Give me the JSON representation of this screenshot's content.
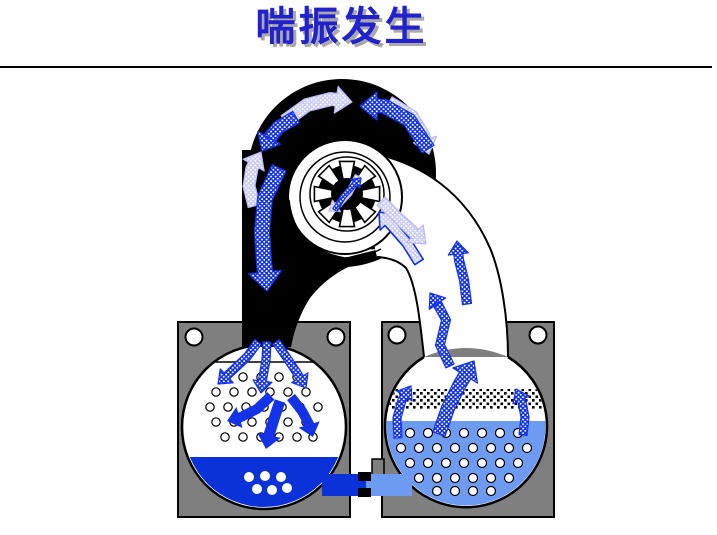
{
  "slide": {
    "title": "喘振发生"
  },
  "colors": {
    "background": "#FFFFFF",
    "title_blue": "#2121CE",
    "title_shadow": "#A9A9A9",
    "rule_black": "#000000",
    "casing_black": "#000000",
    "frame_gray": "#7F7F7F",
    "outline_black": "#000000",
    "arrow_blue": "#1433E8",
    "arrow_lavender": "#CCCCFA",
    "arrow_lavender_outline": "#B9B9F2",
    "left_liquid_blue": "#0A32D8",
    "right_liquid_blue": "#6E9BF2",
    "bubble_white": "#FFFFFF",
    "foam_stipple_black": "#000000"
  },
  "diagram": {
    "type": "compressor-surge-schematic",
    "parts": [
      "compressor-volute",
      "impeller",
      "suction-pipe",
      "discharge-pipe",
      "supply-tank",
      "receiver-tank",
      "connecting-pipe",
      "orifice",
      "foam-layer",
      "bubbles",
      "flow-reversal-arrows"
    ]
  }
}
